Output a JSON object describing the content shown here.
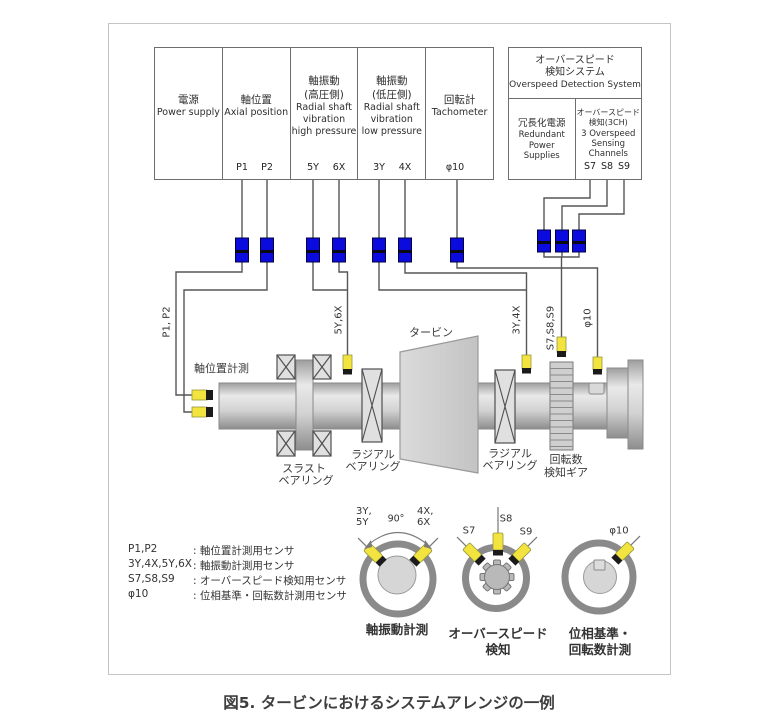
{
  "caption": "図5. タービンにおけるシステムアレンジの一例",
  "colors": {
    "connector_blue": "#0b0bdd",
    "sensor_yellow": "#f2e33e",
    "wire_gray": "#565656",
    "ring_gray": "#8a8a8a",
    "metal_gray": "#cccccc"
  },
  "boxes": {
    "power": {
      "jp": "電源",
      "en": "Power supply"
    },
    "axial": {
      "jp": "軸位置",
      "en": "Axial position",
      "pin1": "P1",
      "pin2": "P2"
    },
    "vib_hp": {
      "jp1": "軸振動",
      "jp2": "(高圧側)",
      "en1": "Radial shaft",
      "en2": "vibration",
      "en3": "high pressure",
      "pin1": "5Y",
      "pin2": "6X"
    },
    "vib_lp": {
      "jp1": "軸振動",
      "jp2": "(低圧側)",
      "en1": "Radial shaft",
      "en2": "vibration",
      "en3": "low pressure",
      "pin1": "3Y",
      "pin2": "4X"
    },
    "tacho": {
      "jp": "回転計",
      "en": "Tachometer",
      "pin1": "φ10"
    },
    "ods": {
      "jp1": "オーバースピード",
      "jp2": "検知システム",
      "en": "Overspeed Detection System",
      "power_jp": "冗長化電源",
      "power_en1": "Redundant",
      "power_en2": "Power",
      "power_en3": "Supplies",
      "sense_jp1": "オーバースピード",
      "sense_jp2": "検知(3CH)",
      "sense_en1": "3 Overspeed",
      "sense_en2": "Sensing",
      "sense_en3": "Channels",
      "pin1": "S7",
      "pin2": "S8",
      "pin3": "S9"
    }
  },
  "wire_labels": {
    "p1p2": "P1, P2",
    "y5x6": "5Y,6X",
    "y3x4": "3Y,4X",
    "s789": "S7,S8,S9",
    "phi": "φ10"
  },
  "machine": {
    "axial_measure": "軸位置計測",
    "turbine": "タービン",
    "thrust1": "スラスト",
    "thrust2": "ベアリング",
    "radial1": "ラジアル",
    "radial2": "ベアリング",
    "gear1": "回転数",
    "gear2": "検知ギア"
  },
  "circles": {
    "vib": {
      "l1": "3Y,",
      "l2": "5Y",
      "angle": "90°",
      "r1": "4X,",
      "r2": "6X",
      "cap": "軸振動計測"
    },
    "ods": {
      "s7": "S7",
      "s8": "S8",
      "s9": "S9",
      "cap1": "オーバースピード",
      "cap2": "検知"
    },
    "phase": {
      "label": "φ10",
      "cap1": "位相基準・",
      "cap2": "回転数計測"
    }
  },
  "legend": {
    "rows": [
      {
        "key": "P1,P2",
        "desc": ": 軸位置計測用センサ"
      },
      {
        "key": "3Y,4X,5Y,6X",
        "desc": ": 軸振動計測用センサ"
      },
      {
        "key": "S7,S8,S9",
        "desc": ": オーバースピード検知用センサ"
      },
      {
        "key": "φ10",
        "desc": ": 位相基準・回転数計測用センサ"
      }
    ]
  }
}
